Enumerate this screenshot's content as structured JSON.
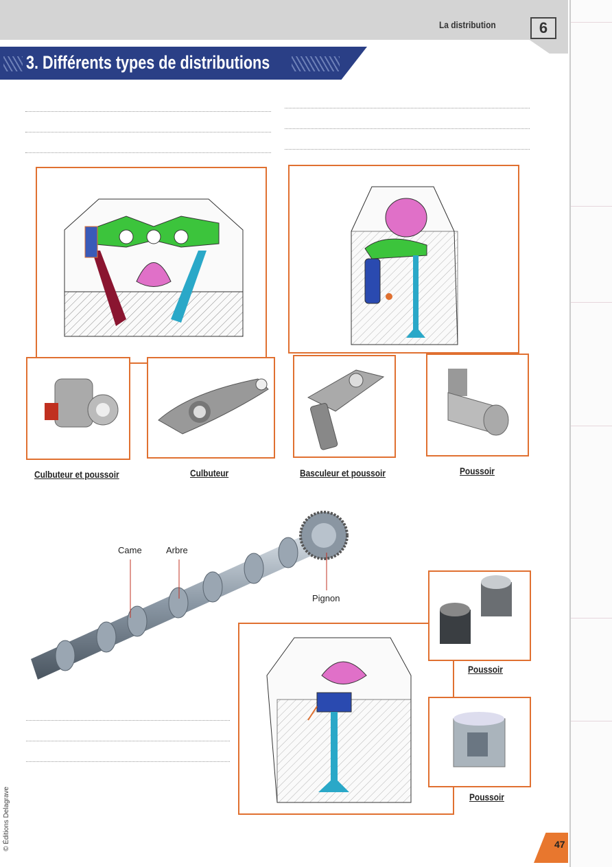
{
  "header": {
    "chapter_title": "La distribution",
    "chapter_number": "6"
  },
  "section": {
    "title": "3. Différents types de distributions"
  },
  "captions": {
    "c1": "Culbuteur et poussoir",
    "c2": "Culbuteur",
    "c3": "Basculeur et poussoir",
    "c4": "Poussoir",
    "c5": "Poussoir",
    "c6": "Poussoir"
  },
  "camshaft_labels": {
    "came": "Came",
    "arbre": "Arbre",
    "pignon": "Pignon"
  },
  "footer": {
    "copyright": "© Éditions Delagrave",
    "page_number": "47"
  },
  "colors": {
    "accent": "#e07030",
    "banner": "#2a3f86",
    "cam": "#e070c8",
    "rocker": "#3cc43c",
    "valve_blue": "#2aa8c8",
    "valve_red": "#8a1530"
  }
}
